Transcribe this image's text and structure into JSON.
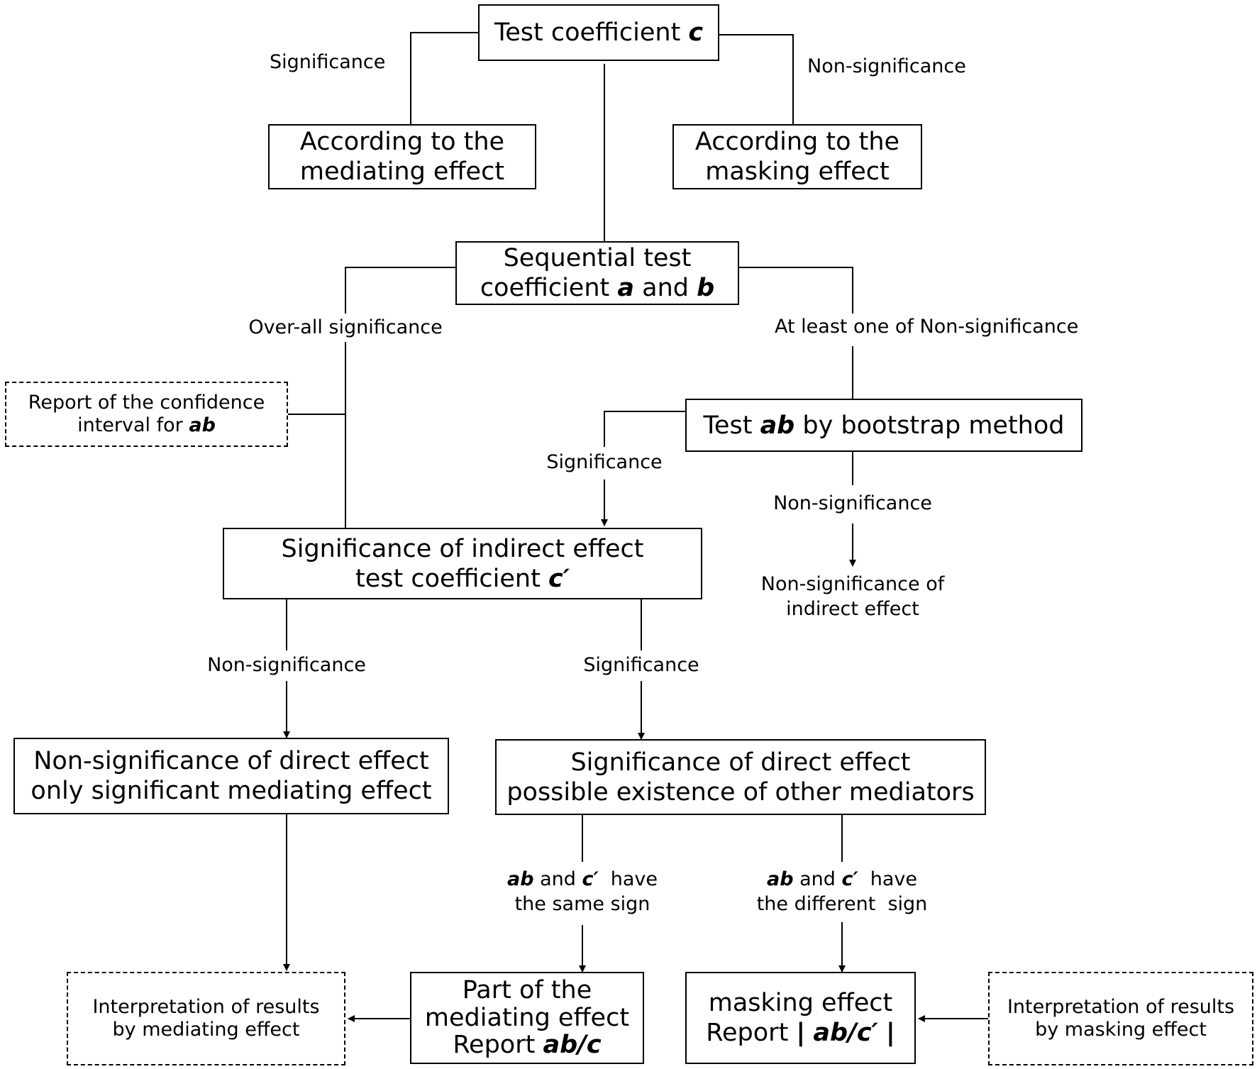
{
  "nodes": {
    "test_c": {
      "pre": "Test coefficient ",
      "var": "c"
    },
    "mediating": {
      "line1": "According to the",
      "line2": "mediating effect"
    },
    "masking": {
      "line1": "According to the",
      "line2": "masking effect"
    },
    "sequential": {
      "line1": "Sequential test",
      "line2_pre": "coefficient ",
      "var_a": "a",
      "mid": " and ",
      "var_b": "b"
    },
    "report_ci": {
      "line1": "Report of the confidence",
      "line2_pre": "interval for ",
      "var": "ab"
    },
    "bootstrap": {
      "pre": "Test ",
      "var": "ab",
      "post": " by bootstrap method"
    },
    "indirect": {
      "line1": "Significance of indirect effect",
      "line2_pre": "test coefficient ",
      "var": "c′"
    },
    "nonsig_indirect": {
      "line1": "Non-significance of",
      "line2": "indirect effect"
    },
    "nonsig_direct": {
      "line1": "Non-significance of direct effect",
      "line2": "only significant mediating effect"
    },
    "sig_direct": {
      "line1": "Significance of direct effect",
      "line2": "possible existence of other mediators"
    },
    "interp_mediating": {
      "line1": "Interpretation of results",
      "line2": "by mediating effect"
    },
    "part_mediating": {
      "line1": "Part of the",
      "line2": "mediating effect",
      "line3_pre": "Report ",
      "var": "ab/c"
    },
    "masking_report": {
      "line1": "masking effect",
      "line2_pre": "Report ",
      "bar_left": "|",
      "var": "ab/c′",
      "bar_right": "|"
    },
    "interp_masking": {
      "line1": "Interpretation of results",
      "line2": "by masking effect"
    }
  },
  "edge_labels": {
    "significance_1": "Significance",
    "non_significance_1": "Non-significance",
    "overall_significance": "Over-all significance",
    "at_least_one": "At least one of Non-significance",
    "significance_2": "Significance",
    "non_significance_2": "Non-significance",
    "non_significance_3": "Non-significance",
    "significance_3": "Significance",
    "same_sign": {
      "var_ab": "ab",
      "and": " and ",
      "var_c": "c′",
      "have": "  have",
      "line2": "the same sign"
    },
    "different_sign": {
      "var_ab": "ab",
      "and": " and ",
      "var_c": "c′",
      "have": "  have",
      "line2": "the different  sign"
    }
  }
}
